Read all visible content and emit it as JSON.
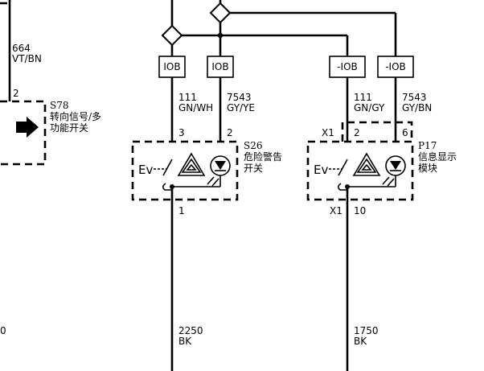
{
  "s78": {
    "wire_id": "664",
    "wire_color": "VT/BN",
    "pin": "2",
    "ref": "S78",
    "name_line1": "转向信号/多",
    "name_line2": "功能开关"
  },
  "left_edge_fragment": "0",
  "iob_boxes": [
    "IOB",
    "IOB",
    "-IOB",
    "-IOB"
  ],
  "wires": [
    {
      "id": "111",
      "color": "GN/WH"
    },
    {
      "id": "7543",
      "color": "GY/YE"
    },
    {
      "id": "111",
      "color": "GN/GY"
    },
    {
      "id": "7543",
      "color": "GY/BN"
    }
  ],
  "s26": {
    "ref": "S26",
    "name_line1": "危险警告",
    "name_line2": "开关",
    "pin_left": "3",
    "pin_right": "2",
    "pin_bottom": "1",
    "ground_wire_id": "2250",
    "ground_wire_color": "BK"
  },
  "p17": {
    "ref": "P17",
    "name_line1": "信息显示",
    "name_line2": "模块",
    "connector_top": "X1",
    "pin_left": "2",
    "pin_right": "6",
    "connector_bottom": "X1",
    "pin_bottom": "10",
    "ground_wire_id": "1750",
    "ground_wire_color": "BK"
  },
  "switch_symbol_text": "Ev"
}
